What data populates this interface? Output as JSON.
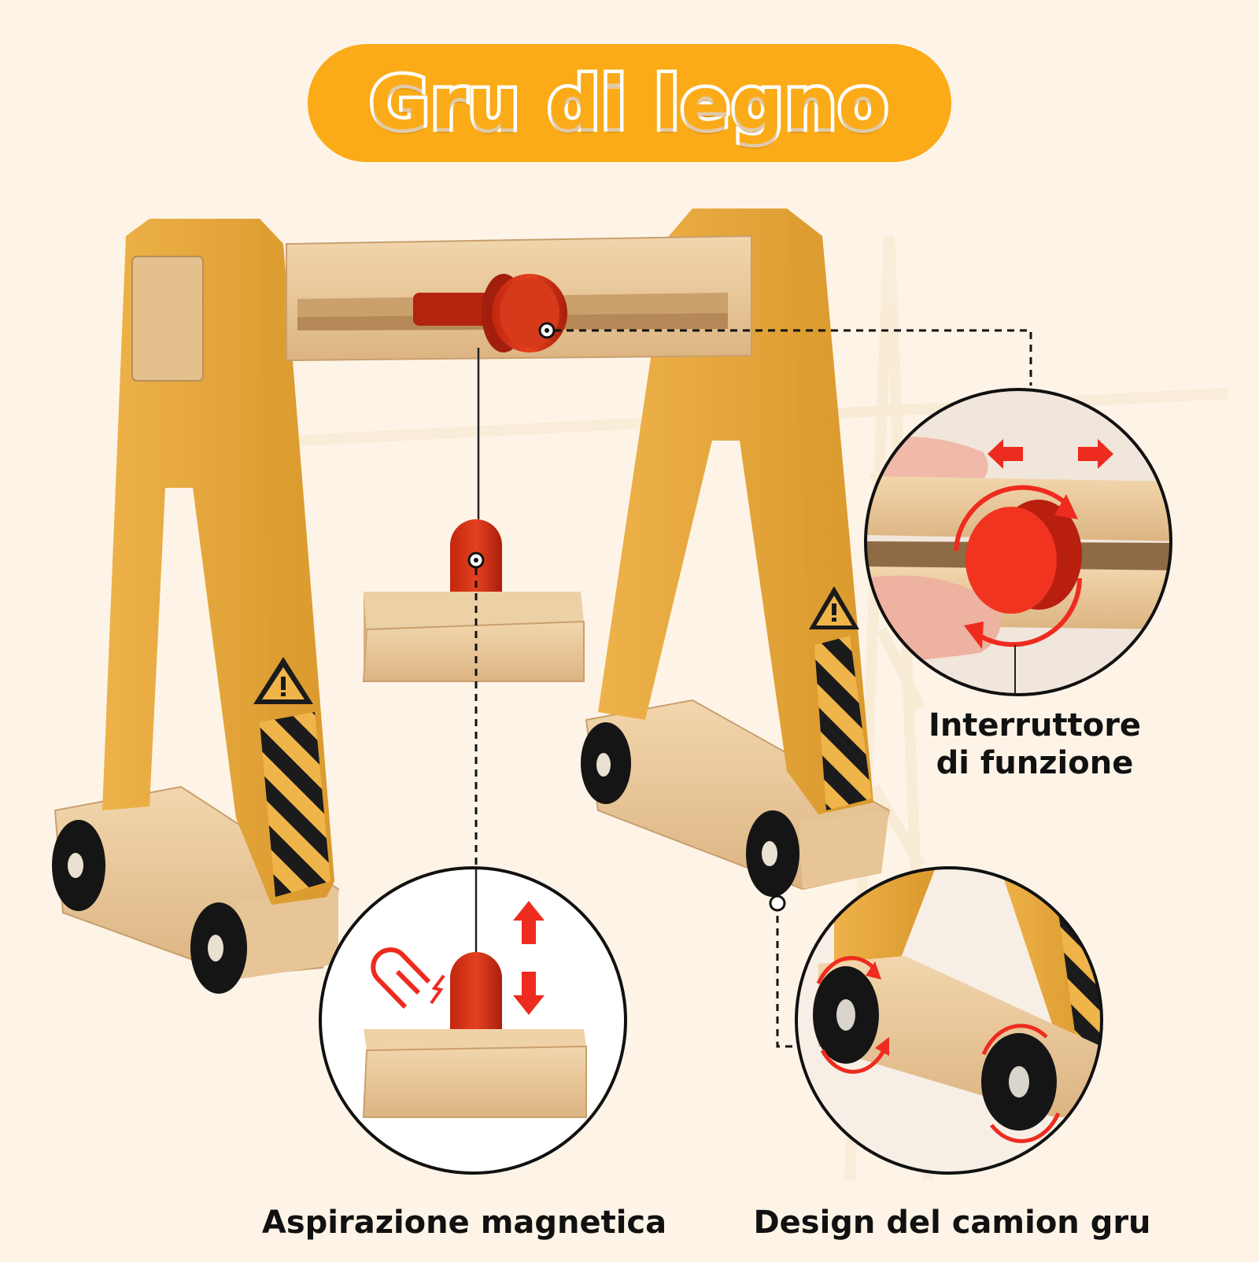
{
  "title": "Gru di legno",
  "captions": {
    "switch_line1": "Interruttore",
    "switch_line2": "di funzione",
    "magnet": "Aspirazione magnetica",
    "truck": "Design del camion gru"
  },
  "colors": {
    "background": "#fdf4e7",
    "title_pill": "#fbab17",
    "crane_yellow": "#e7a83a",
    "wood": "#e9c99a",
    "knob_red": "#d8421d",
    "arrow_red": "#ee2b1f",
    "stripe_black": "#1b1b1b"
  },
  "icons": [
    "warning-triangle-icon",
    "magnet-icon",
    "horizontal-arrows-icon",
    "vertical-arrows-icon",
    "rotation-arrows-icon"
  ]
}
